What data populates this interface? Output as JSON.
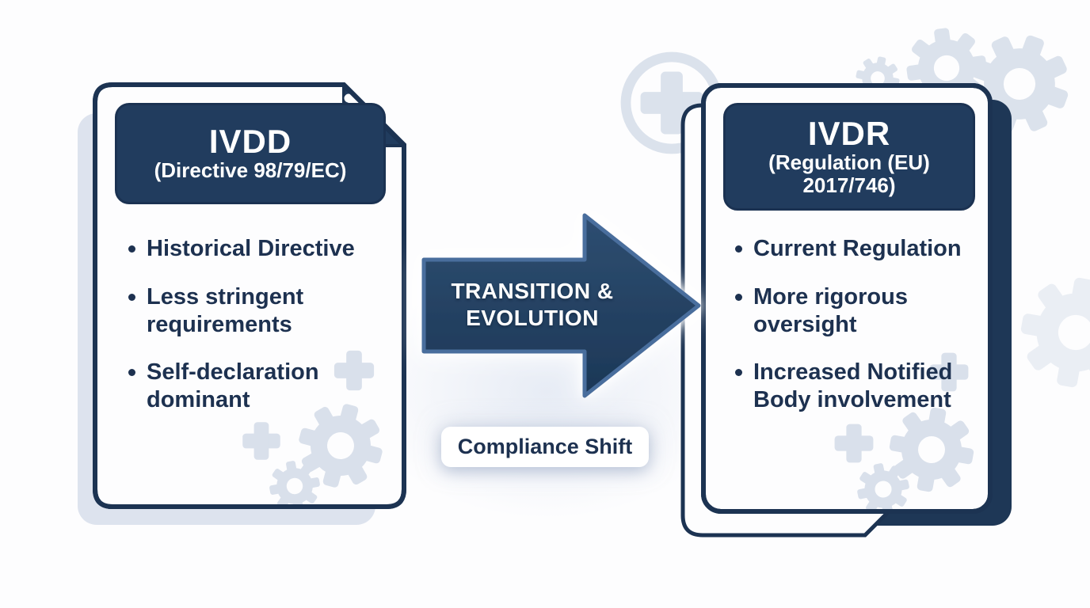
{
  "left_card": {
    "title": "IVDD",
    "subtitle": "(Directive 98/79/EC)",
    "bullets": [
      "Historical Directive",
      "Less stringent requirements",
      "Self-declaration dominant"
    ]
  },
  "arrow": {
    "line1": "TRANSITION &",
    "line2": "EVOLUTION"
  },
  "badge": {
    "label": "Compliance Shift"
  },
  "right_card": {
    "title": "IVDR",
    "subtitle_line1": "(Regulation (EU)",
    "subtitle_line2": "2017/746)",
    "bullets": [
      "Current Regulation",
      "More rigorous oversight",
      "Increased Notified Body involvement"
    ]
  },
  "colors": {
    "navy": "#213c5e",
    "navy_border": "#1c3352",
    "text_navy": "#1d3150",
    "arrow_fill_top": "#2e4e71",
    "arrow_fill_bottom": "#1c3756",
    "arrow_stroke": "#4a6e9d",
    "decoration_gray": "#d9e0eb",
    "shadow_gray": "#dde3ee",
    "card_white": "#fdfdfe"
  },
  "icons": {
    "background": [
      "medical-cross-circle-icon",
      "gear-icon",
      "plus-icon"
    ],
    "card_decorations": [
      "gear-icon",
      "plus-icon"
    ]
  }
}
